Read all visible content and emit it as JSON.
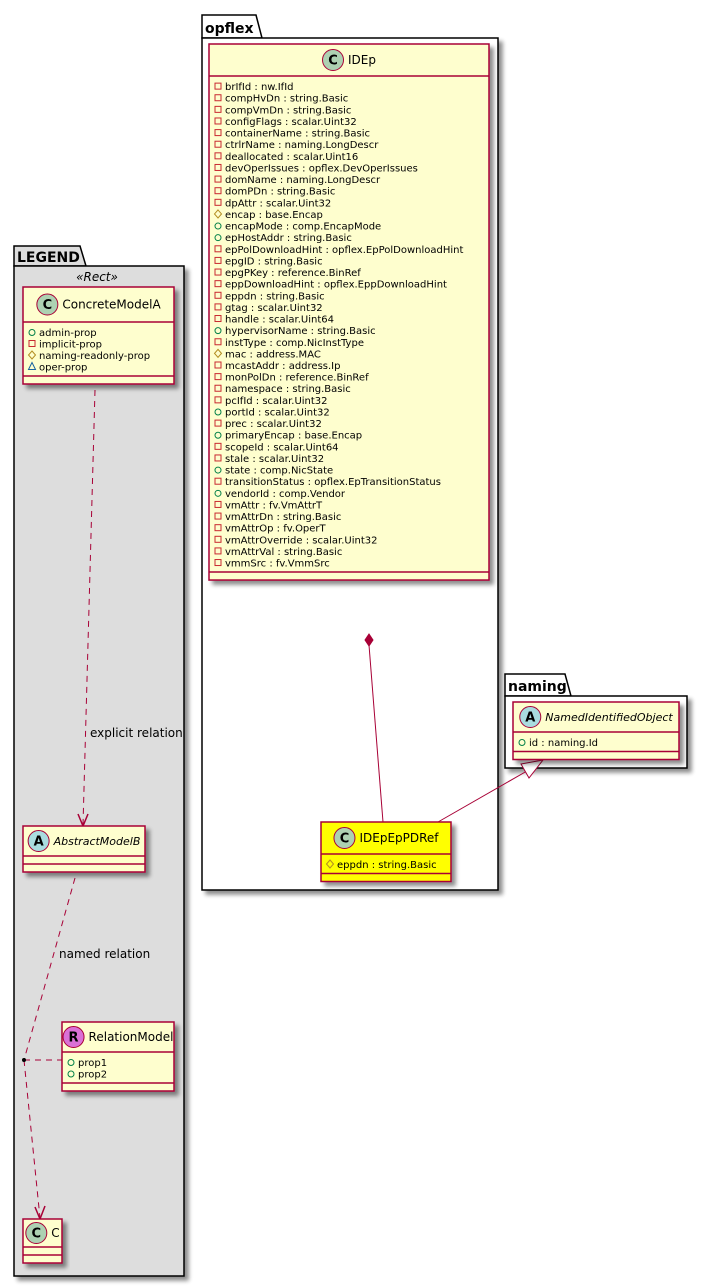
{
  "colors": {
    "class_fill": "#FEFECE",
    "highlight_fill": "#FFFF00",
    "border": "#A80036",
    "legend_bg": "#DDDDDD",
    "circle_class": "#ADD1B2",
    "circle_abstract": "#A9DCDF",
    "circle_relation": "#DA70D6",
    "vis_public": "#038048",
    "vis_private": "#C82930",
    "vis_protected": "#B38D22",
    "vis_package": "#1963A0"
  },
  "packages": {
    "legend": {
      "name": "LEGEND",
      "stereotype": "«Rect»"
    },
    "opflex": {
      "name": "opflex"
    },
    "naming": {
      "name": "naming"
    }
  },
  "classes": {
    "concrete_model_a": {
      "kind": "C",
      "name": "ConcreteModelA",
      "attrs": [
        {
          "vis": "public",
          "text": "admin-prop"
        },
        {
          "vis": "private",
          "text": "implicit-prop"
        },
        {
          "vis": "protected",
          "text": "naming-readonly-prop"
        },
        {
          "vis": "package",
          "text": "oper-prop"
        }
      ]
    },
    "abstract_model_b": {
      "kind": "A",
      "name": "AbstractModelB",
      "attrs": []
    },
    "relation_model": {
      "kind": "R",
      "name": "RelationModel",
      "attrs": [
        {
          "vis": "public",
          "text": "prop1"
        },
        {
          "vis": "public",
          "text": "prop2"
        }
      ]
    },
    "c": {
      "kind": "C",
      "name": "C",
      "attrs": []
    },
    "idep": {
      "kind": "C",
      "name": "IDEp",
      "attrs": [
        {
          "vis": "private",
          "text": "brIfId : nw.IfId"
        },
        {
          "vis": "private",
          "text": "compHvDn : string.Basic"
        },
        {
          "vis": "private",
          "text": "compVmDn : string.Basic"
        },
        {
          "vis": "private",
          "text": "configFlags : scalar.Uint32"
        },
        {
          "vis": "private",
          "text": "containerName : string.Basic"
        },
        {
          "vis": "private",
          "text": "ctrlrName : naming.LongDescr"
        },
        {
          "vis": "private",
          "text": "deallocated : scalar.Uint16"
        },
        {
          "vis": "private",
          "text": "devOperIssues : opflex.DevOperIssues"
        },
        {
          "vis": "private",
          "text": "domName : naming.LongDescr"
        },
        {
          "vis": "private",
          "text": "domPDn : string.Basic"
        },
        {
          "vis": "private",
          "text": "dpAttr : scalar.Uint32"
        },
        {
          "vis": "protected",
          "text": "encap : base.Encap"
        },
        {
          "vis": "public",
          "text": "encapMode : comp.EncapMode"
        },
        {
          "vis": "public",
          "text": "epHostAddr : string.Basic"
        },
        {
          "vis": "private",
          "text": "epPolDownloadHint : opflex.EpPolDownloadHint"
        },
        {
          "vis": "private",
          "text": "epgID : string.Basic"
        },
        {
          "vis": "private",
          "text": "epgPKey : reference.BinRef"
        },
        {
          "vis": "private",
          "text": "eppDownloadHint : opflex.EppDownloadHint"
        },
        {
          "vis": "private",
          "text": "eppdn : string.Basic"
        },
        {
          "vis": "private",
          "text": "gtag : scalar.Uint32"
        },
        {
          "vis": "private",
          "text": "handle : scalar.Uint64"
        },
        {
          "vis": "public",
          "text": "hypervisorName : string.Basic"
        },
        {
          "vis": "private",
          "text": "instType : comp.NicInstType"
        },
        {
          "vis": "protected",
          "text": "mac : address.MAC"
        },
        {
          "vis": "private",
          "text": "mcastAddr : address.Ip"
        },
        {
          "vis": "private",
          "text": "monPolDn : reference.BinRef"
        },
        {
          "vis": "private",
          "text": "namespace : string.Basic"
        },
        {
          "vis": "private",
          "text": "pcIfId : scalar.Uint32"
        },
        {
          "vis": "public",
          "text": "portId : scalar.Uint32"
        },
        {
          "vis": "private",
          "text": "prec : scalar.Uint32"
        },
        {
          "vis": "public",
          "text": "primaryEncap : base.Encap"
        },
        {
          "vis": "private",
          "text": "scopeId : scalar.Uint64"
        },
        {
          "vis": "private",
          "text": "stale : scalar.Uint32"
        },
        {
          "vis": "public",
          "text": "state : comp.NicState"
        },
        {
          "vis": "private",
          "text": "transitionStatus : opflex.EpTransitionStatus"
        },
        {
          "vis": "public",
          "text": "vendorId : comp.Vendor"
        },
        {
          "vis": "private",
          "text": "vmAttr : fv.VmAttrT"
        },
        {
          "vis": "private",
          "text": "vmAttrDn : string.Basic"
        },
        {
          "vis": "private",
          "text": "vmAttrOp : fv.OperT"
        },
        {
          "vis": "private",
          "text": "vmAttrOverride : scalar.Uint32"
        },
        {
          "vis": "private",
          "text": "vmAttrVal : string.Basic"
        },
        {
          "vis": "private",
          "text": "vmmSrc : fv.VmmSrc"
        }
      ]
    },
    "idepeppdref": {
      "kind": "C",
      "name": "IDEpEpPDRef",
      "attrs": [
        {
          "vis": "protected",
          "text": "eppdn : string.Basic"
        }
      ]
    },
    "named_identified_object": {
      "kind": "A",
      "name": "NamedIdentifiedObject",
      "attrs": [
        {
          "vis": "public",
          "text": "id : naming.Id"
        }
      ]
    }
  },
  "relations": {
    "explicit": {
      "label": "explicit relation"
    },
    "named": {
      "label": "named relation"
    }
  }
}
